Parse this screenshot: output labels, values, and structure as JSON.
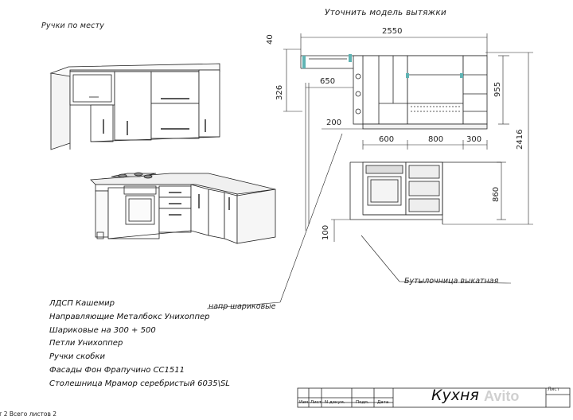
{
  "notes": {
    "top_left": "Ручки по месту",
    "hood": "Уточнить модель вытяжки"
  },
  "dimensions": {
    "width_total": "2550",
    "d40": "40",
    "d326": "326",
    "d650": "650",
    "d955": "955",
    "d2416": "2416",
    "d200": "200",
    "d600": "600",
    "d800": "800",
    "d300": "300",
    "d860": "860",
    "d100": "100"
  },
  "labels": {
    "slide": "напр шариковые",
    "bottle": "Бутылочница выкатная"
  },
  "spec": [
    "ЛДСП Кашемир",
    "Направляющие Металбокс Унихоппер",
    "Шариковые на 300 + 500",
    "Петли Унихоппер",
    "Ручки скобки",
    "Фасады Фон Фрапучино СС1511",
    "Столешница Мрамор серебристый 6035\\SL"
  ],
  "title_block": {
    "title": "Кухня",
    "sheet_label": "Лист",
    "columns": [
      "Изм",
      "Лист",
      "N докум.",
      "Подп.",
      "Дата"
    ]
  },
  "footer": "т 2 Всего листов 2",
  "watermark": "Avito"
}
